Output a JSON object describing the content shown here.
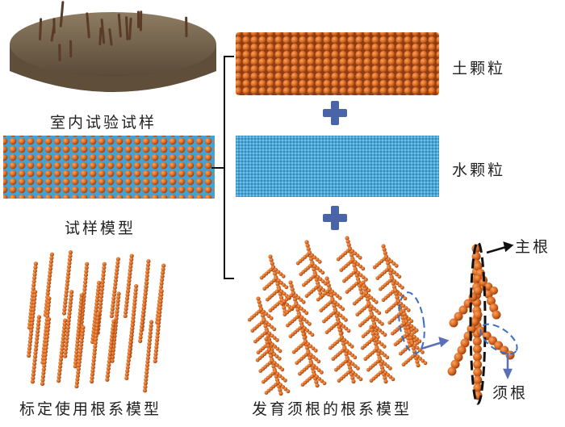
{
  "labels": {
    "lab_specimen": "室内试验试样",
    "specimen_model": "试样模型",
    "calibration_root_model": "标定使用根系模型",
    "soil_particles": "土颗粒",
    "water_particles": "水颗粒",
    "fibrous_root_model": "发育须根的根系模型",
    "main_root": "主根",
    "fibrous_root": "须根"
  },
  "colors": {
    "soil": "#c8561e",
    "water": "#3a9fd0",
    "plus": "#4a64a8",
    "dashed_outline": "#3a6fc0",
    "specimen": "#7a6a52"
  }
}
